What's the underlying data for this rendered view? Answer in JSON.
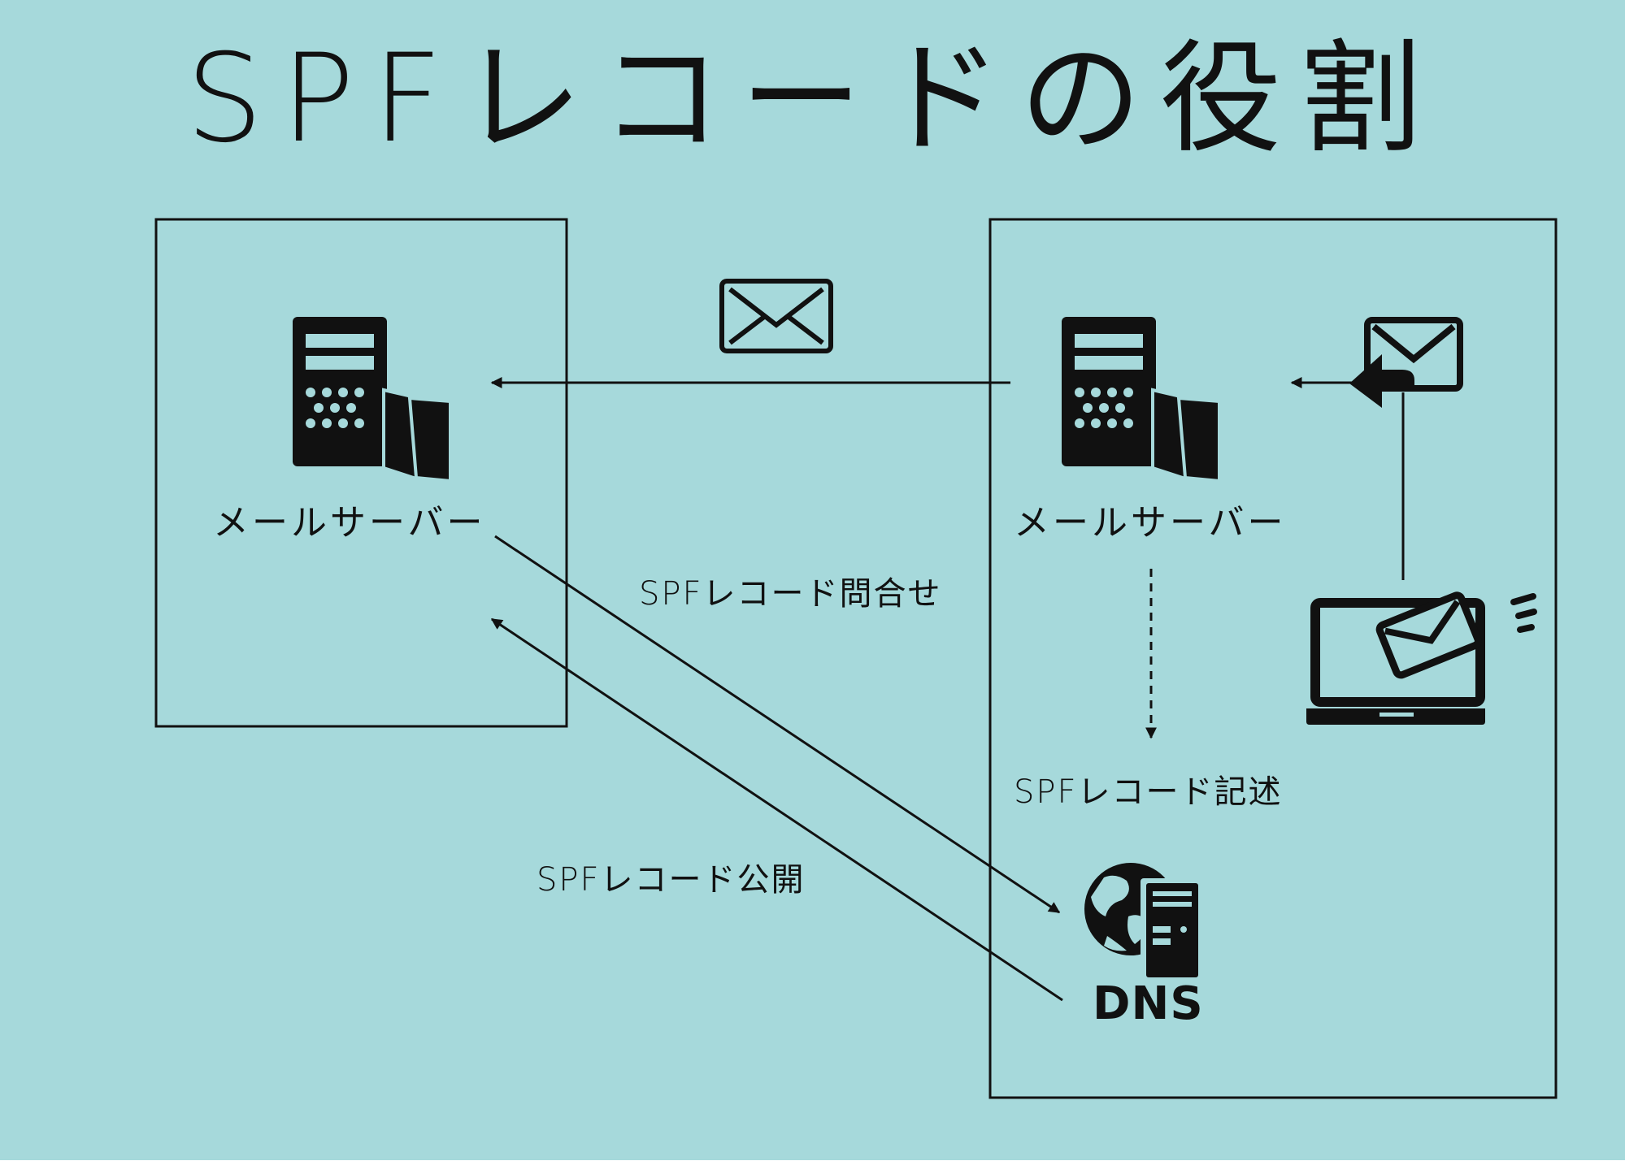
{
  "title": "SPFレコードの役割",
  "nodes": {
    "receiver_server_label": "メールサーバー",
    "sender_server_label": "メールサーバー",
    "dns_label": "DNS"
  },
  "edges": {
    "spf_inquiry": "SPFレコード問合せ",
    "spf_publish": "SPFレコード公開",
    "spf_record": "SPFレコード記述"
  },
  "icons": [
    "mail-server-icon",
    "envelope-icon",
    "reply-mail-icon",
    "laptop-send-mail-icon",
    "dns-server-icon"
  ],
  "colors": {
    "background": "#a6d9db",
    "ink": "#111111"
  }
}
